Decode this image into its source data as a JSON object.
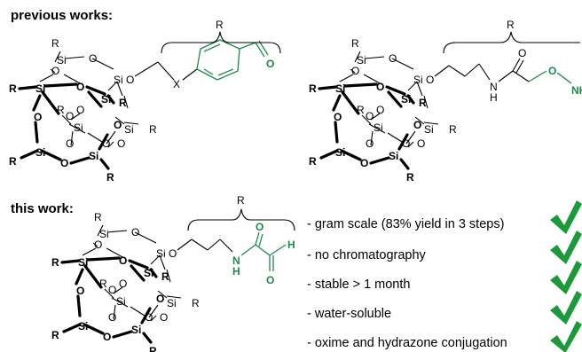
{
  "headings": {
    "previous": "previous works:",
    "this": "this work:"
  },
  "atoms": {
    "si": "Si",
    "o": "O",
    "r": "R",
    "x": "X",
    "n": "N",
    "h": "H",
    "nh": "NH"
  },
  "bullets": [
    "- gram scale (83% yield in 3 steps)",
    "- no chromatography",
    "- stable > 1 month",
    "- water-soluble",
    "- oxime and hydrazone conjugation"
  ],
  "colors": {
    "highlight": "#1e8a4e",
    "check": "#1c9a3b"
  },
  "icons": [
    "check-icon"
  ]
}
